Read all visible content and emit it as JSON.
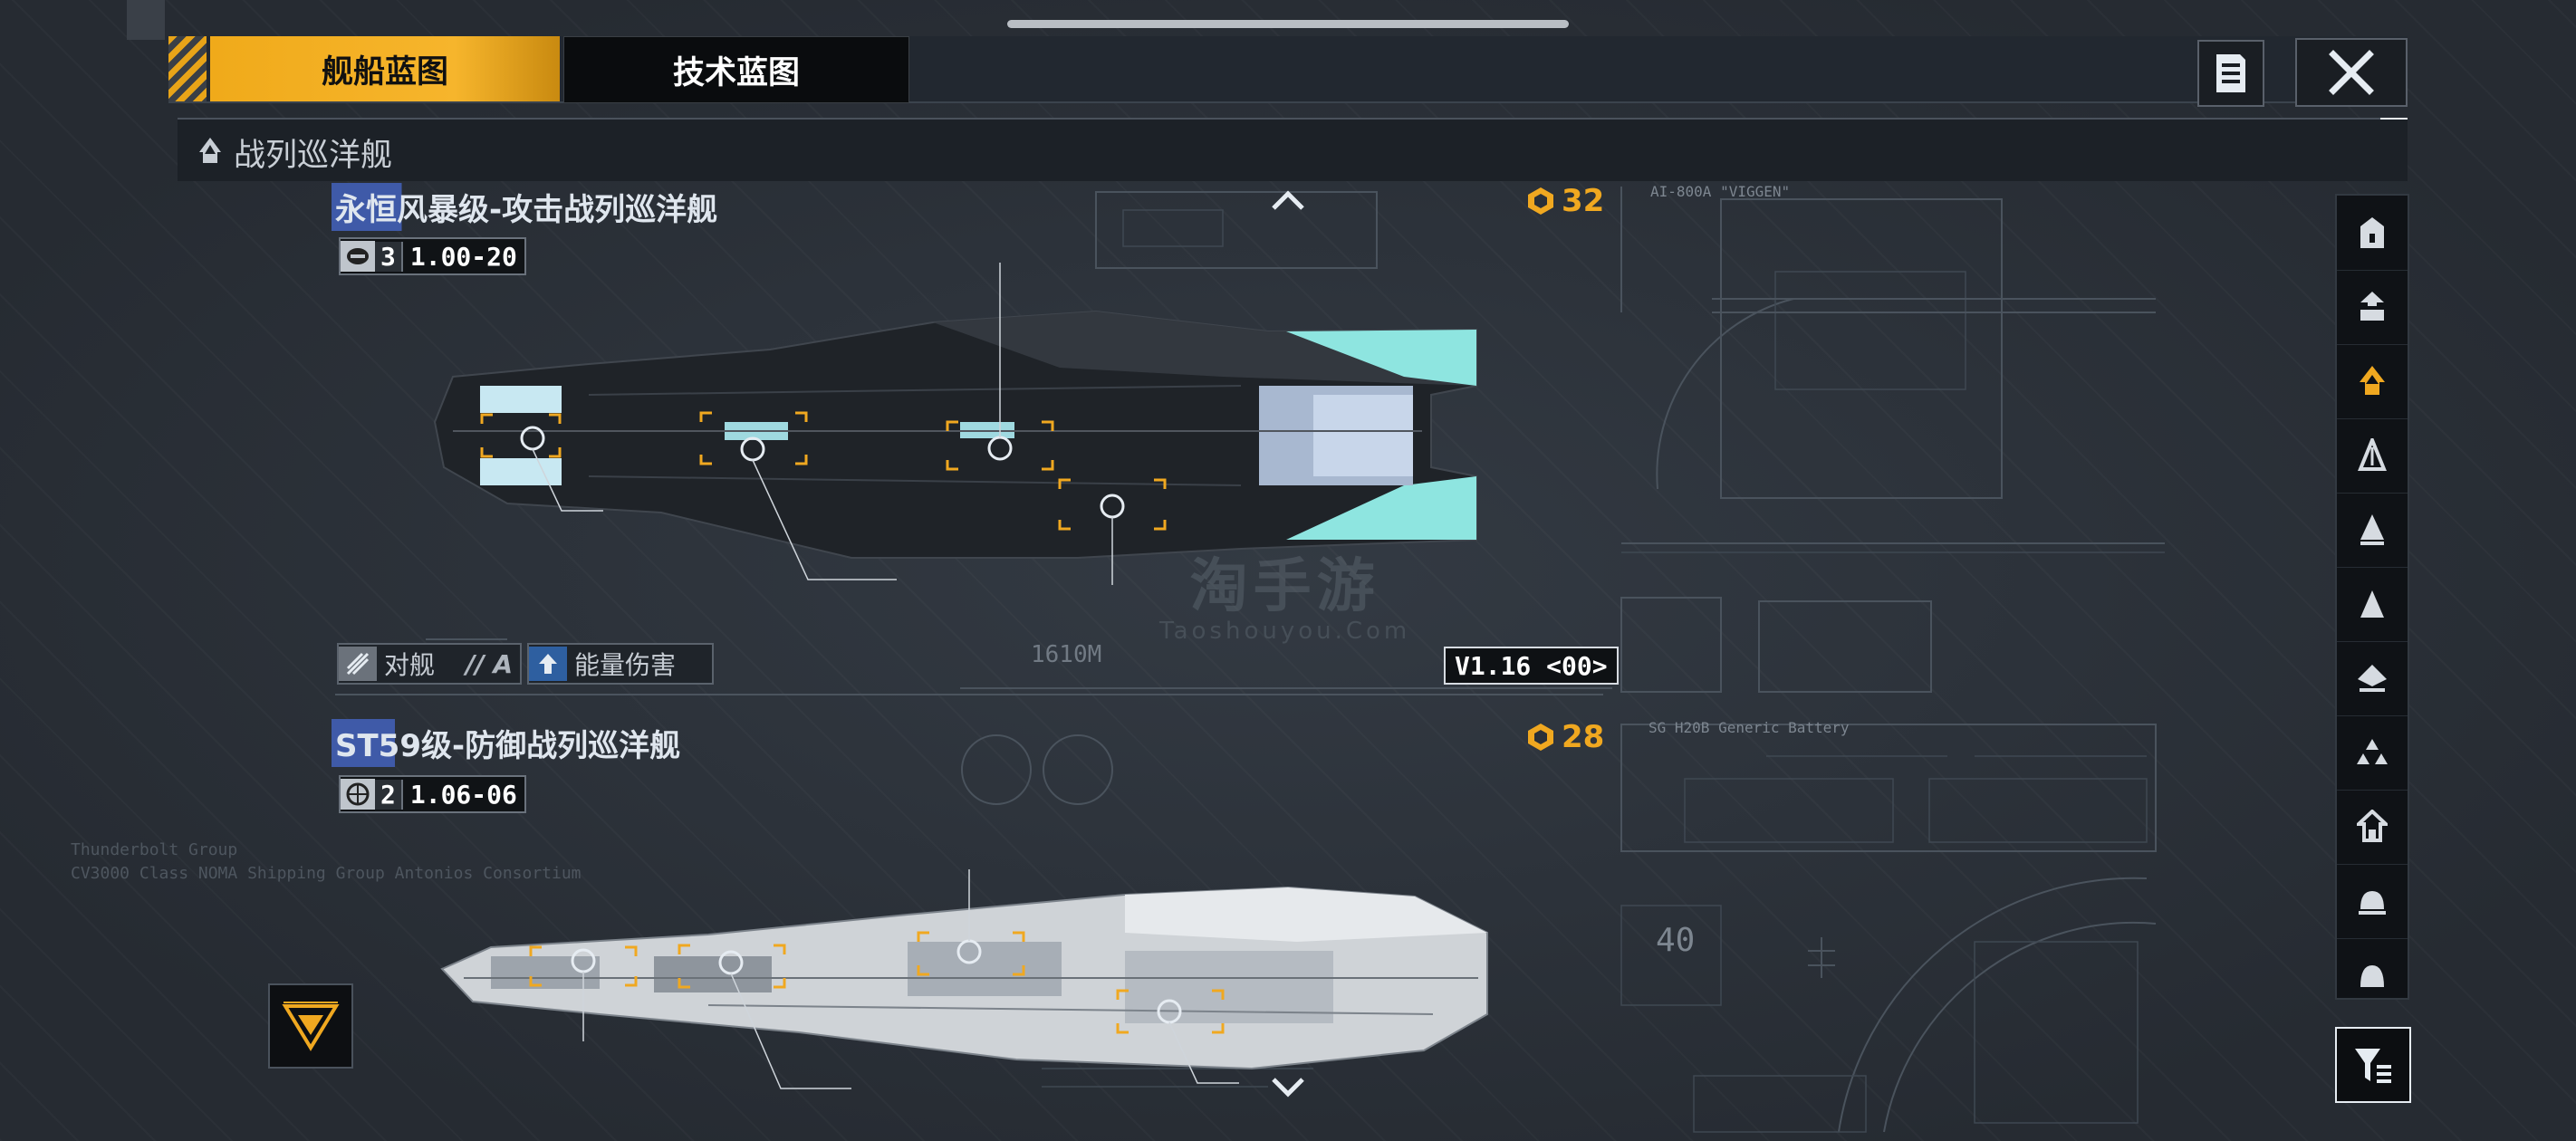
{
  "tabs": {
    "ship_blueprint": "舰船蓝图",
    "tech_blueprint": "技术蓝图"
  },
  "category": {
    "title": "战列巡洋舰"
  },
  "ships": [
    {
      "name": "永恒风暴级-攻击战列巡洋舰",
      "stat_num": "3",
      "stat_version": "1.00-20",
      "cost": "32",
      "tag_primary": "对舰",
      "tag_primary_sub": "// A",
      "tag_secondary": "能量伤害",
      "version_chip": "V1.16 <00>",
      "length_label": "1610M",
      "hull_color": "#1f2328",
      "accent_color": "#8ee5e0"
    },
    {
      "name": "ST59级-防御战列巡洋舰",
      "stat_num": "2",
      "stat_version": "1.06-06",
      "cost": "28",
      "hull_color": "#cfd3d7",
      "accent_color": "#f0a820"
    }
  ],
  "blueprint_labels": {
    "ai_model": "AI-800A \"VIGGEN\"",
    "battery": "SG H20B Generic Battery",
    "number_40": "40",
    "left_faded_1": "Thunderbolt Group",
    "left_faded_2": "CV3000 Class NOMA Shipping Group Antonios Consortium"
  },
  "watermark": {
    "big": "淘手游",
    "small": "Taoshouyou.Com"
  },
  "sidebar_icons": [
    "battleship-class-icon",
    "carrier-class-icon",
    "battlecruiser-class-icon",
    "cruiser-class-icon",
    "destroyer-class-icon",
    "frigate-class-icon",
    "corvette-class-icon",
    "fighter-class-icon",
    "auxiliary-class-icon",
    "station-class-icon",
    "dock-class-icon"
  ],
  "colors": {
    "accent": "#f0aa1a",
    "selected_icon": "#f0a820"
  }
}
